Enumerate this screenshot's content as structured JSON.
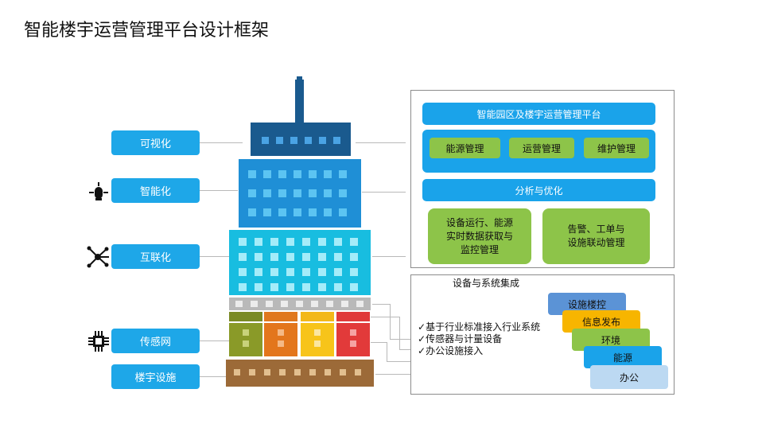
{
  "title": "智能楼宇运营管理平台设计框架",
  "left_labels": {
    "visual": "可视化",
    "intelligent": "智能化",
    "interconnect": "互联化",
    "sensor_network": "传感网",
    "building_facilities": "楼宇设施"
  },
  "platform": {
    "header": "智能园区及楼宇运营管理平台",
    "modules": [
      "能源管理",
      "运营管理",
      "维护管理"
    ],
    "analysis": "分析与优化",
    "box_left": "设备运行、能源\n实时数据获取与\n监控管理",
    "box_right": "告警、工单与\n设施联动管理"
  },
  "integration": {
    "title": "设备与系统集成",
    "items": [
      "基于行业标准接入行业系统",
      "传感器与计量设备",
      "办公设施接入"
    ],
    "tiles": [
      "设施楼控",
      "信息发布",
      "环境",
      "能源",
      "办公"
    ]
  },
  "colors": {
    "label_blue": "#1ea7e8",
    "bar_blue": "#1aa3ea",
    "green": "#8dc449",
    "tile_blue_dark": "#5b93d6",
    "tile_yellow": "#f7b500",
    "tile_lightblue": "#bcd9f2",
    "building_dark": "#1a5a8e",
    "building_mid": "#1f8fd6",
    "building_light": "#18bde0",
    "building_base": "#9c6a38"
  },
  "icons": {
    "intelligent": "lightbulb-icon",
    "interconnect": "network-node-icon",
    "sensor_network": "chip-icon"
  }
}
